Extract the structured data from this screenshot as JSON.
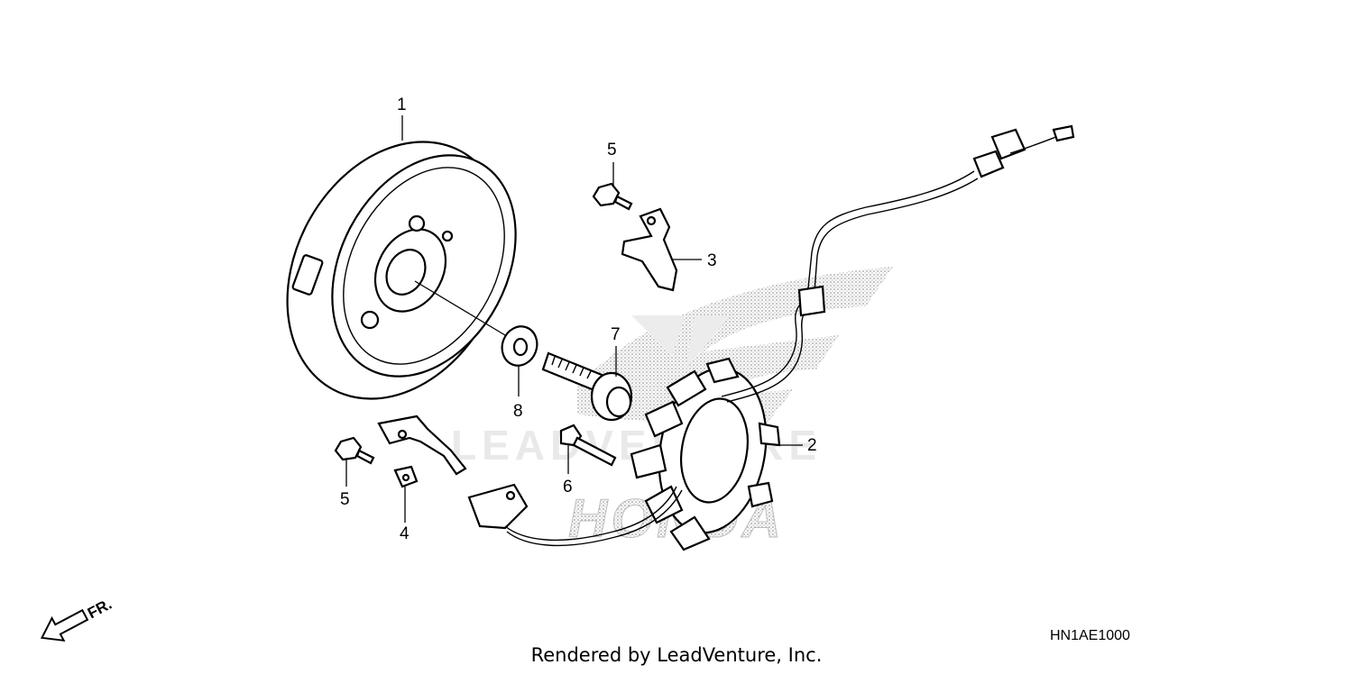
{
  "diagram": {
    "code": "HN1AE1000",
    "credit": "Rendered by LeadVenture, Inc.",
    "watermark_text": "LEADVENTURE",
    "brand_mark": "HONDA",
    "front_indicator": "FR."
  },
  "callouts": [
    {
      "id": "c1",
      "label": "1"
    },
    {
      "id": "c2",
      "label": "2"
    },
    {
      "id": "c3",
      "label": "3"
    },
    {
      "id": "c4",
      "label": "4"
    },
    {
      "id": "c5a",
      "label": "5"
    },
    {
      "id": "c5b",
      "label": "5"
    },
    {
      "id": "c6",
      "label": "6"
    },
    {
      "id": "c7",
      "label": "7"
    },
    {
      "id": "c8",
      "label": "8"
    }
  ],
  "colors": {
    "line": "#000000",
    "watermark": "#e9e9e9",
    "stipple": "#9a9a9a",
    "background": "#ffffff"
  }
}
